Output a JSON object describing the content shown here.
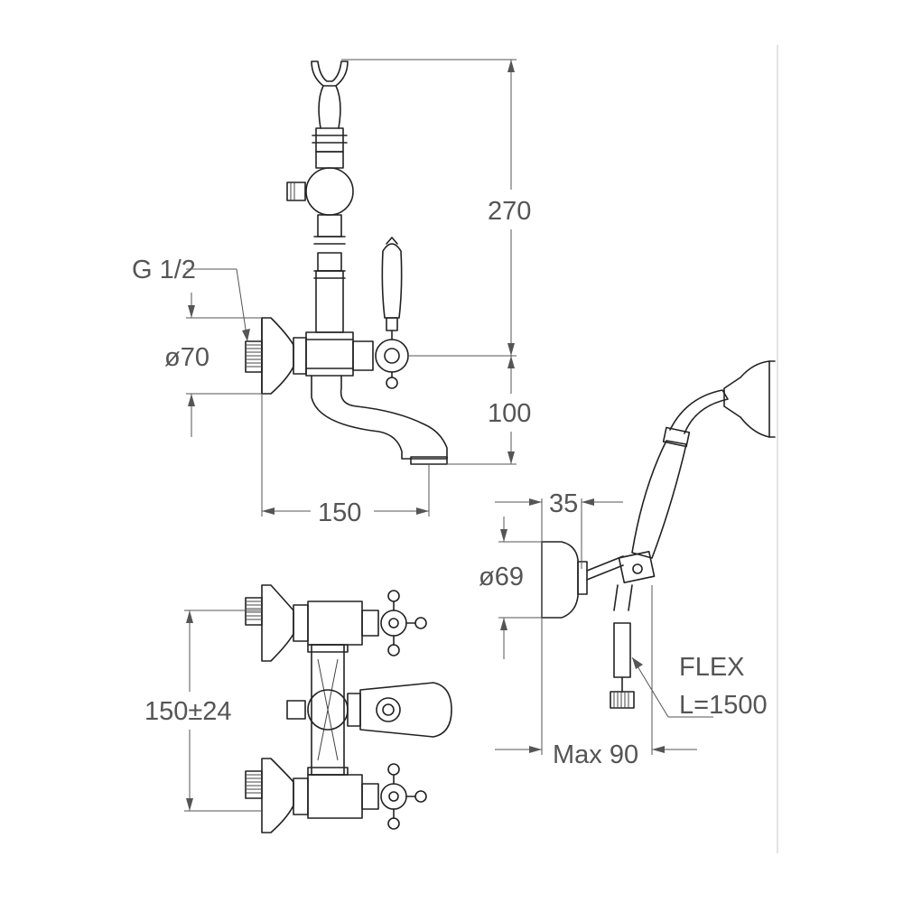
{
  "labels": {
    "height_270": "270",
    "thread": "G 1/2",
    "rosette_diameter": "ø70",
    "height_100": "100",
    "spout_reach": "150",
    "centers": "150±24",
    "holder_offset": "35",
    "holder_diameter": "ø69",
    "flex_title": "FLEX",
    "flex_length": "L=1500",
    "holder_max": "Max 90"
  },
  "colors": {
    "line": "#222222",
    "dimension": "#555555",
    "background": "#ffffff"
  }
}
